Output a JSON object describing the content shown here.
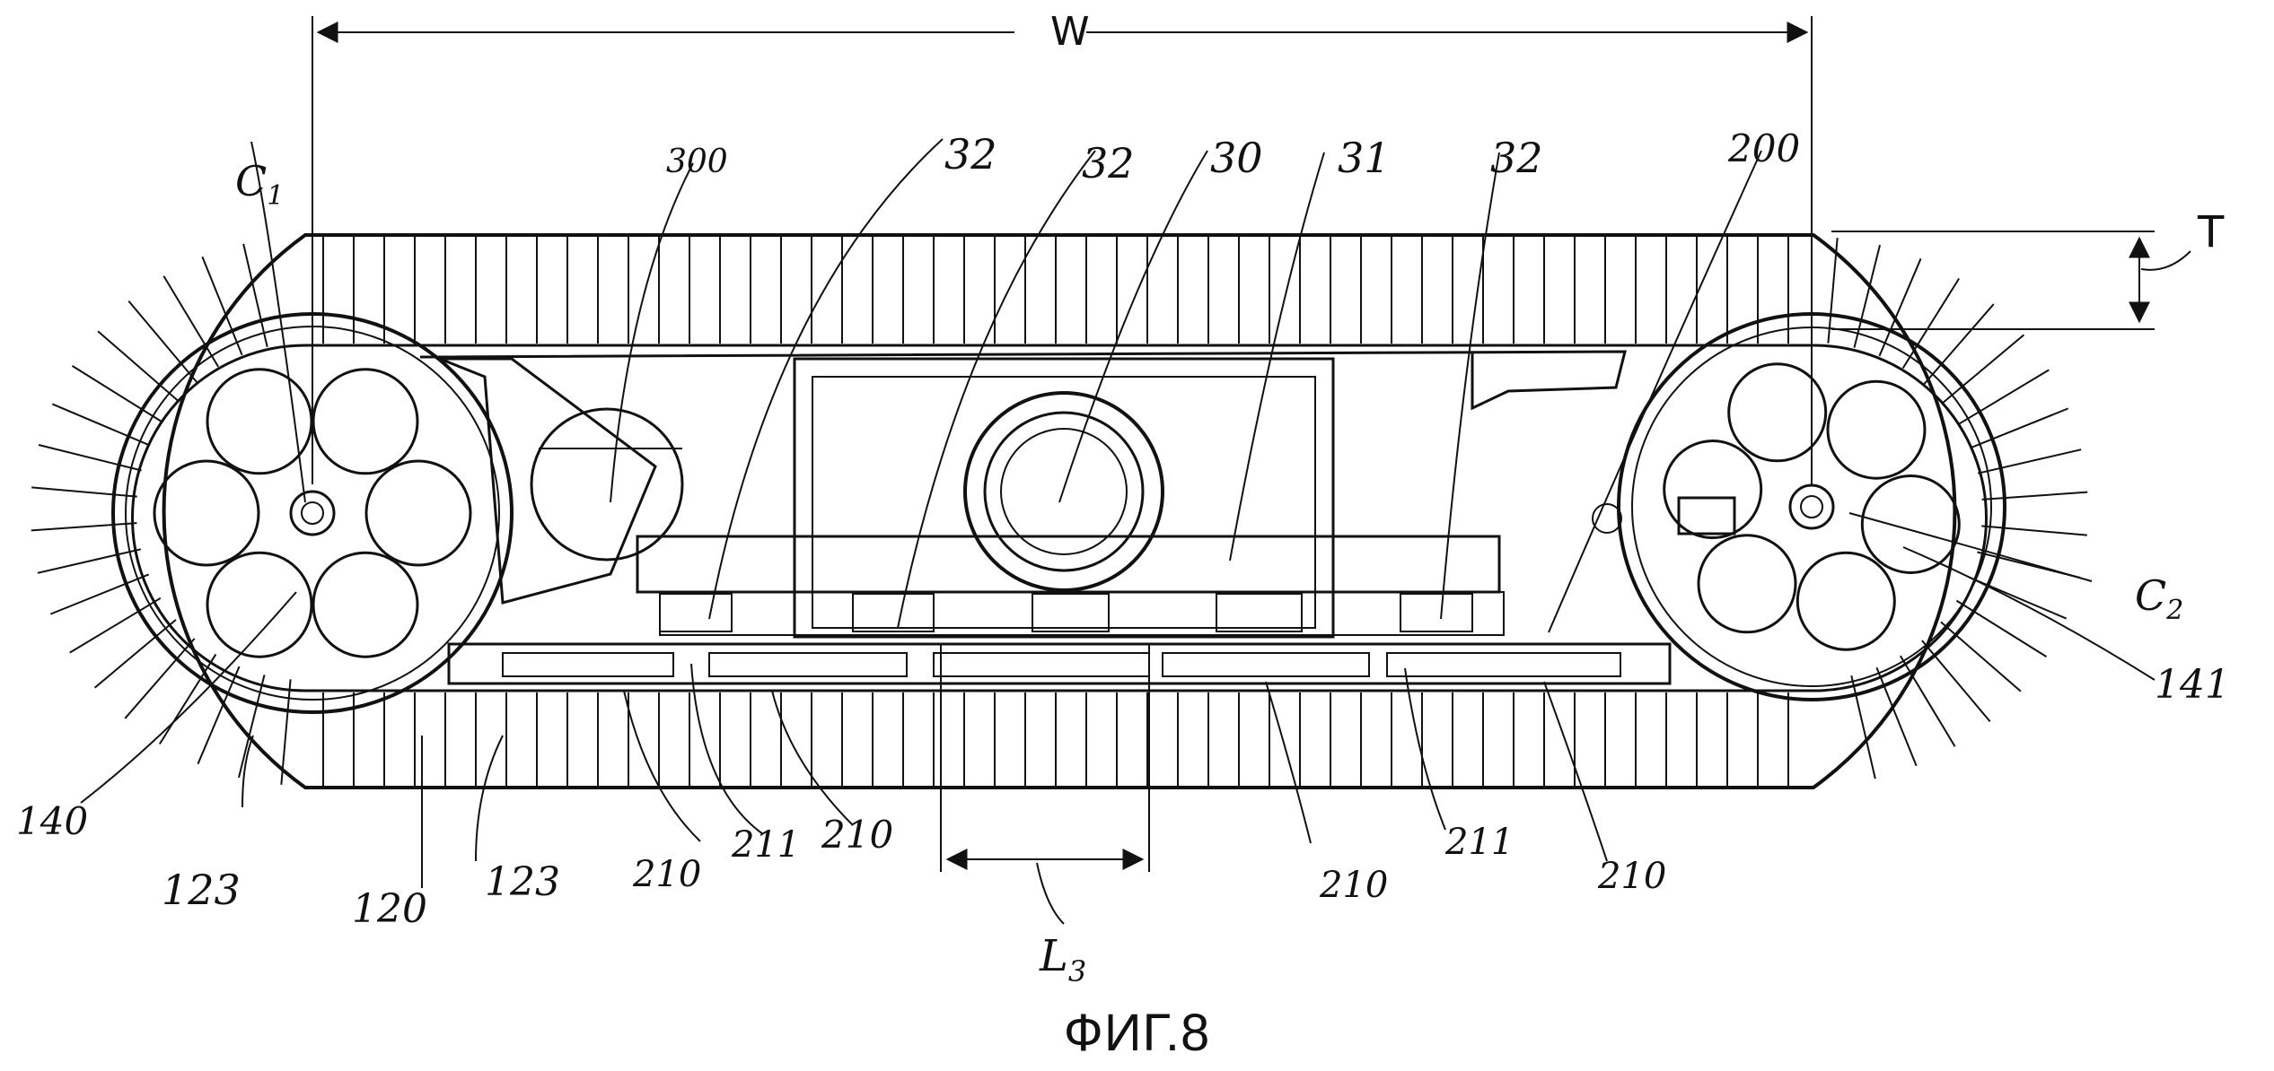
{
  "figure": {
    "caption": "ФИГ.8",
    "dimensions": {
      "width": "W",
      "thickness": "T",
      "length": "L",
      "length_sub": "3"
    },
    "labels": {
      "c1": "C",
      "c1_sub": "1",
      "c2": "C",
      "c2_sub": "2",
      "l300": "300",
      "l32a": "32",
      "l32b": "32",
      "l30": "30",
      "l31": "31",
      "l32c": "32",
      "l200": "200",
      "l141": "141",
      "l140": "140",
      "l123a": "123",
      "l120": "120",
      "l123b": "123",
      "l210a": "210",
      "l211a": "211",
      "l210b": "210",
      "l210c": "210",
      "l211b": "211",
      "l210d": "210"
    }
  },
  "colors": {
    "ink": "#111111",
    "paper": "#ffffff"
  }
}
